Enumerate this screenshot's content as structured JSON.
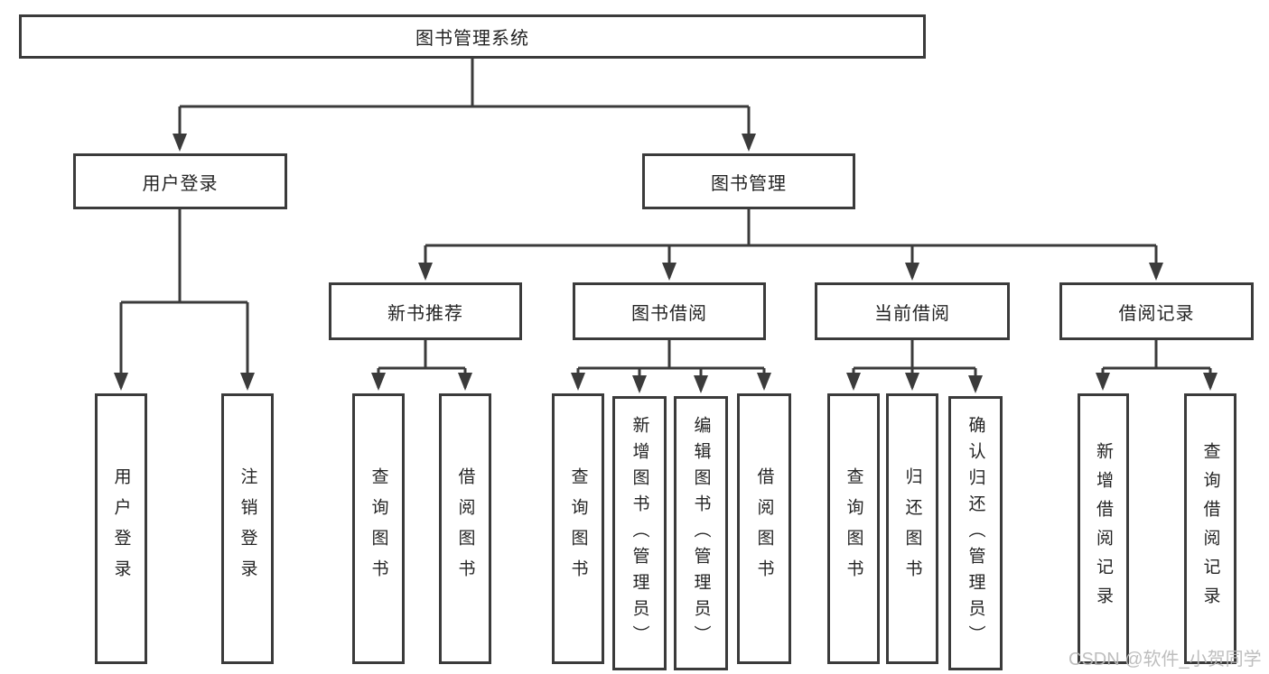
{
  "colors": {
    "line": "#3b3b3b",
    "box_border": "#3b3b3b",
    "text": "#242424",
    "background": "#ffffff",
    "watermark": "#b9b9b9"
  },
  "watermark": {
    "text": "CSDN @软件_小贺同学"
  },
  "diagram": {
    "type": "hierarchy-tree",
    "root": {
      "label": "图书管理系统",
      "children": [
        {
          "label": "用户登录",
          "children": [
            {
              "label": "用户登录"
            },
            {
              "label": "注销登录"
            }
          ]
        },
        {
          "label": "图书管理",
          "children": [
            {
              "label": "新书推荐",
              "children": [
                {
                  "label": "查询图书"
                },
                {
                  "label": "借阅图书"
                }
              ]
            },
            {
              "label": "图书借阅",
              "children": [
                {
                  "label": "查询图书"
                },
                {
                  "label": "新增图书（管理员）"
                },
                {
                  "label": "编辑图书（管理员）"
                },
                {
                  "label": "借阅图书"
                }
              ]
            },
            {
              "label": "当前借阅",
              "children": [
                {
                  "label": "查询图书"
                },
                {
                  "label": "归还图书"
                },
                {
                  "label": "确认归还（管理员）"
                }
              ]
            },
            {
              "label": "借阅记录",
              "children": [
                {
                  "label": "新增借阅记录"
                },
                {
                  "label": "查询借阅记录"
                }
              ]
            }
          ]
        }
      ]
    }
  }
}
